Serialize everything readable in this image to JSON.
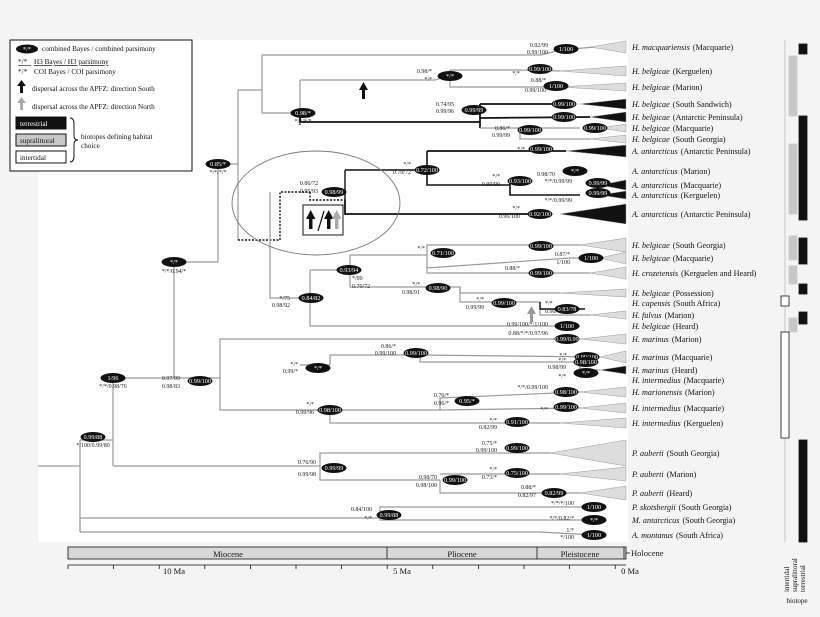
{
  "legend": {
    "node_symbol_text": "*/*",
    "combined": "combined Bayes / combined parsimony",
    "h3_symbol": "*/*",
    "h3": "H3 Bayes / H3 parsimony",
    "coi_symbol": "*/*",
    "coi": "COI Bayes / COI parsimony",
    "south": "dispersal across the APFZ: direction South",
    "north": "dispersal across the APFZ: direction North",
    "terrestrial": "terrestrial",
    "supralittoral": "supralittoral",
    "intertidal": "intertidal",
    "brace_line1": "biotopes defining habitat",
    "brace_line2": "choice"
  },
  "colors": {
    "terrestrial": "#111111",
    "supralittoral": "#c8c8c8",
    "intertidal": "#ffffff"
  },
  "taxa": [
    {
      "genus": "H. macquariensis",
      "loc": "(Macquarie)"
    },
    {
      "genus": "H. belgicae",
      "loc": "(Kerguelen)"
    },
    {
      "genus": "H. belgicae",
      "loc": "(Marion)"
    },
    {
      "genus": "H. belgicae",
      "loc": "(South Sandwich)"
    },
    {
      "genus": "H. belgicae",
      "loc": "(Antarctic Peninsula)"
    },
    {
      "genus": "H. belgicae",
      "loc": "(Macquarie)"
    },
    {
      "genus": "H. belgicae",
      "loc": "(South Georgia)"
    },
    {
      "genus": "A. antarcticus",
      "loc": "(Antarctic Peninsula)"
    },
    {
      "genus": "A. antarcticus",
      "loc": "(Marion)"
    },
    {
      "genus": "A. antarcticus",
      "loc": "(Macquarie)"
    },
    {
      "genus": "A. antarcticus",
      "loc": "(Kerguelen)"
    },
    {
      "genus": "A. antarcticus",
      "loc": "(Antarctic Peninsula)"
    },
    {
      "genus": "H. belgicae",
      "loc": "(South Georgia)"
    },
    {
      "genus": "H. belgicae",
      "loc": "(Macquarie)"
    },
    {
      "genus": "H. crozetensis",
      "loc": "(Kerguelen and Heard)"
    },
    {
      "genus": "H. belgicae",
      "loc": "(Possession)"
    },
    {
      "genus": "H. capensis",
      "loc": "(South Africa)"
    },
    {
      "genus": "H. fulvus",
      "loc": "(Marion)"
    },
    {
      "genus": "H. belgicae",
      "loc": "(Heard)"
    },
    {
      "genus": "H. marinus",
      "loc": "(Marion)"
    },
    {
      "genus": "H. marinus",
      "loc": "(Macquarie)"
    },
    {
      "genus": "H. marinus",
      "loc": "(Heard)"
    },
    {
      "genus": "H. intermedius",
      "loc": "(Macquarie)"
    },
    {
      "genus": "H. marionensis",
      "loc": "(Marion)"
    },
    {
      "genus": "H. intermedius",
      "loc": "(Macquarie)"
    },
    {
      "genus": "H. intermedius",
      "loc": "(Kerguelen)"
    },
    {
      "genus": "P. auberti",
      "loc": "(South Georgia)"
    },
    {
      "genus": "P. auberti",
      "loc": "(Marion)"
    },
    {
      "genus": "P. auberti",
      "loc": "(Heard)"
    },
    {
      "genus": "P. skotsbergii",
      "loc": "(South Georgia)"
    },
    {
      "genus": "M. antarcticus",
      "loc": "(South Georgia)"
    },
    {
      "genus": "A. montanus",
      "loc": "(South Africa)"
    }
  ],
  "epochs": {
    "miocene": "Miocene",
    "pliocene": "Pliocene",
    "pleistocene": "Pleistocene",
    "holocene": "Holocene"
  },
  "ma_ticks": [
    "10 Ma",
    "5 Ma",
    "0 Ma"
  ],
  "biotope": {
    "col_labels": [
      "intertidal",
      "supralittoral",
      "terrestrial"
    ],
    "title": "biotope"
  },
  "nodes": [
    "1/100",
    "0.92/99",
    "0.99/100",
    "*/*",
    "0.98/*",
    "*/*",
    "*/*/*/*",
    "0.88/*",
    "0.99/100",
    "1/100",
    "0.74/95",
    "0.99/96",
    "0.99/99",
    "0.99/100",
    "0.86/*",
    "0.99/99",
    "0.99/100",
    "*/*",
    "0.85/*",
    "*/*/*/*",
    "*/*",
    "0.70/72",
    "0.72/100",
    "0.99/100",
    "*/*",
    "0.98/70",
    "*/*",
    "0.90/99",
    "0.93/100",
    "*/*/0.99/99",
    "0.99/99",
    "0.86/72",
    "0.95/93",
    "0.98/99",
    "*/*/0.99/99",
    "*/*",
    "0.96/100",
    "0.92/100",
    "*/*",
    "*/*/0.94/*",
    "*/*",
    "0.71/100",
    "0.99/100",
    "0.87/*",
    "1/100",
    "1/100",
    "0.88/*",
    "0.99/100",
    "0.99/100",
    "0.93/94",
    "*/99",
    "0.70/72",
    "*/*",
    "0.98/91",
    "0.98/90",
    "0.99/100",
    "*/*",
    "0.90/73",
    "0.83/78",
    "*/75",
    "0.84/82",
    "0.98/92",
    "0.99/100/*/1/100",
    "1/100",
    "0.88/*/*/0.97/96",
    "0.99/0.99",
    "0.86/*",
    "0.99/100",
    "0.99/100",
    "*/*",
    "0.99/*",
    "*/*",
    "*/*",
    "0.98/99",
    "0.98/100",
    "*/*",
    "1/100",
    "0.97/99",
    "0.98/83",
    "0.99/100",
    "*/*/0.99/100",
    "0.98/100",
    "0.70/*",
    "0.96/*",
    "0.95/*",
    "*/*",
    "0.99/100",
    "0.98/100",
    "*/*",
    "0.99/96",
    "0.98/100",
    "*/*",
    "0.82/99",
    "0.91/100",
    "1/96",
    "*/*/0.98/76",
    "0.99/88",
    "*/100/0.99/80",
    "0.75/*",
    "0.99/100",
    "0.99/100",
    "0.76/90",
    "0.99/99",
    "0.99/98",
    "*/*",
    "0.73/*",
    "0.98/70",
    "0.98/100",
    "0.99/100",
    "0.75/100",
    "0.88/*",
    "0.82/97",
    "0.82/99",
    "*/*/*/100",
    "1/100",
    "0.84/100",
    "*/*",
    "0.99/88",
    "*/*/0.82/*",
    "*/*",
    "1/*",
    "*/100",
    "1/100"
  ]
}
